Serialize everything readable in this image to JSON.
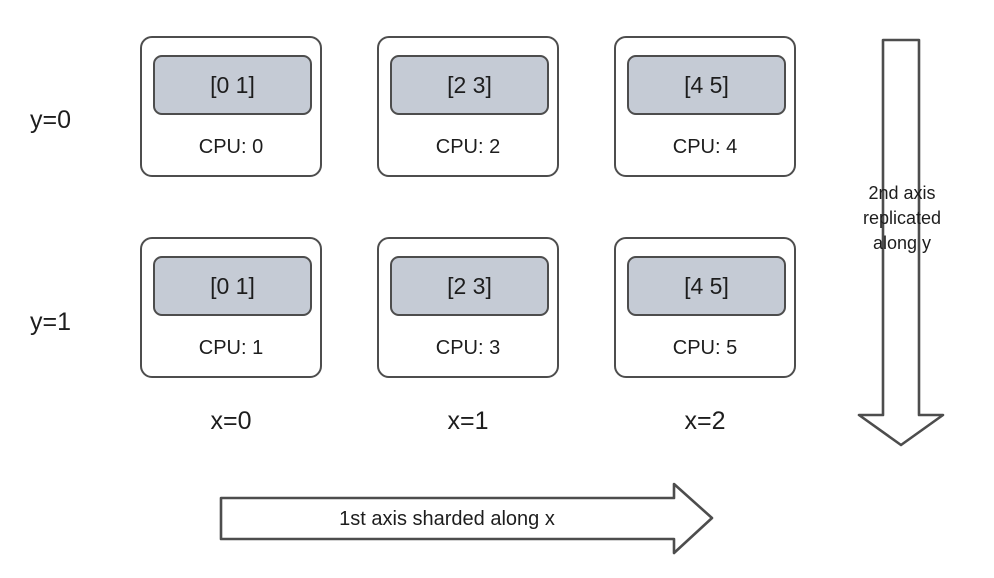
{
  "diagram": {
    "title": "Device mesh sharding diagram",
    "colors": {
      "stroke": "#4d4d4d",
      "shard_fill": "#c5cbd5",
      "background": "#ffffff",
      "text": "#1d1d1d"
    },
    "row_labels": [
      {
        "name": "y0",
        "text": "y=0"
      },
      {
        "name": "y1",
        "text": "y=1"
      }
    ],
    "col_labels": [
      {
        "name": "x0",
        "text": "x=0"
      },
      {
        "name": "x1",
        "text": "x=1"
      },
      {
        "name": "x2",
        "text": "x=2"
      }
    ],
    "cells": [
      {
        "name": "cell-y0-x0",
        "shard": "[0 1]",
        "cpu": "CPU: 0"
      },
      {
        "name": "cell-y0-x1",
        "shard": "[2 3]",
        "cpu": "CPU: 2"
      },
      {
        "name": "cell-y0-x2",
        "shard": "[4 5]",
        "cpu": "CPU: 4"
      },
      {
        "name": "cell-y1-x0",
        "shard": "[0 1]",
        "cpu": "CPU: 1"
      },
      {
        "name": "cell-y1-x1",
        "shard": "[2 3]",
        "cpu": "CPU: 3"
      },
      {
        "name": "cell-y1-x2",
        "shard": "[4 5]",
        "cpu": "CPU: 5"
      }
    ],
    "vertical_arrow": {
      "name": "vertical-down-arrow",
      "direction": "down",
      "line1": "2nd axis",
      "line2": "replicated",
      "line3": "along y"
    },
    "horizontal_arrow": {
      "name": "horizontal-right-arrow",
      "direction": "right",
      "label": "1st axis sharded along x"
    }
  }
}
